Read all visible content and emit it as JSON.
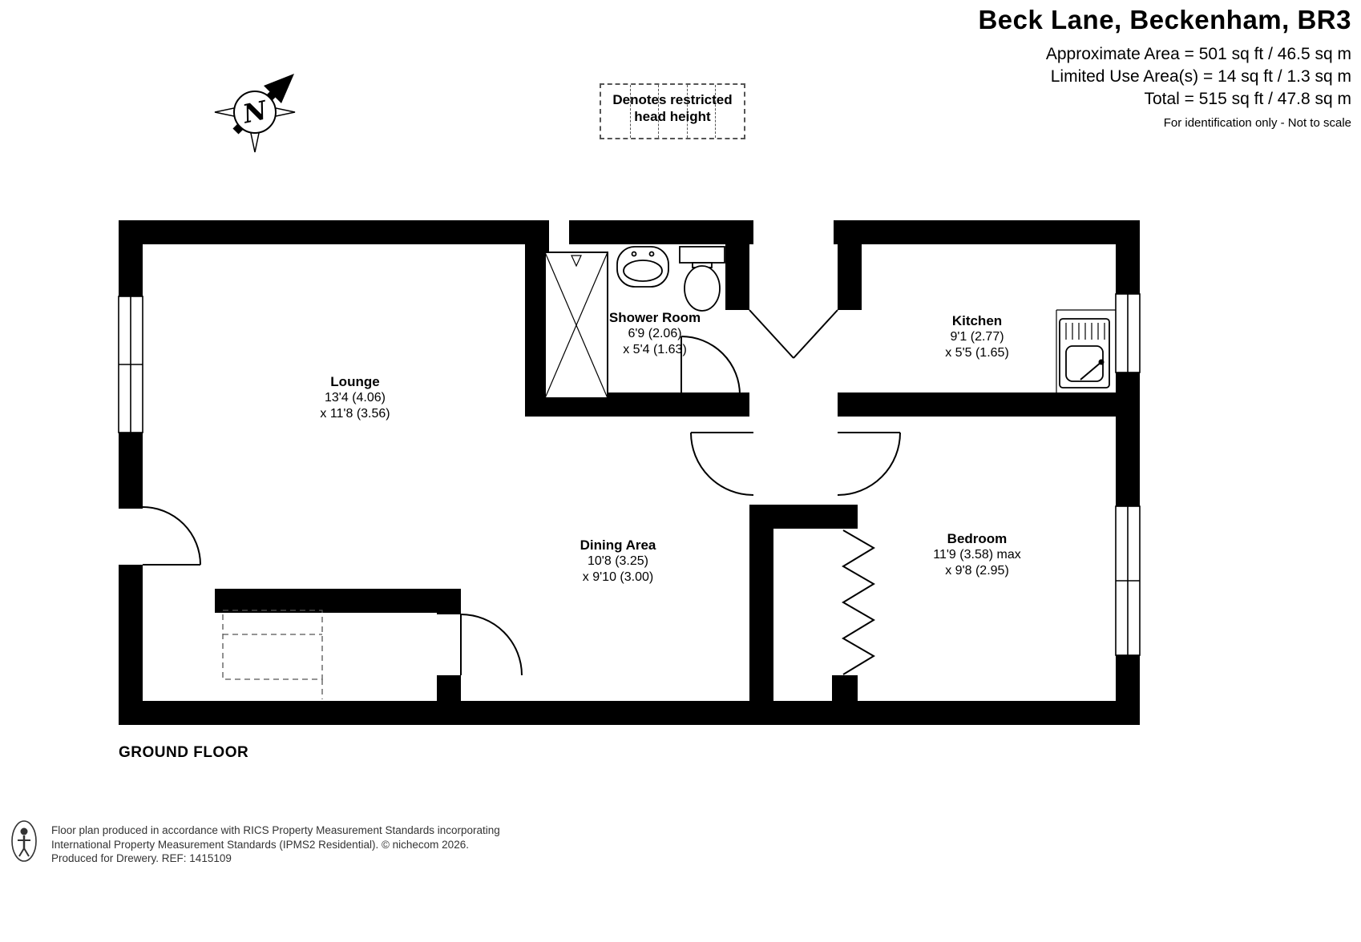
{
  "header": {
    "title": "Beck Lane, Beckenham, BR3",
    "approx_area": "Approximate Area = 501 sq ft / 46.5 sq m",
    "limited_area": "Limited Use Area(s) = 14 sq ft / 1.3 sq m",
    "total_area": "Total = 515 sq ft / 47.8 sq m",
    "disclaimer": "For identification only - Not to scale"
  },
  "legend": {
    "line1": "Denotes restricted",
    "line2": "head height"
  },
  "compass": {
    "north_label": "N"
  },
  "floor_label": "GROUND FLOOR",
  "rooms": {
    "lounge": {
      "name": "Lounge",
      "dim1": "13'4 (4.06)",
      "dim2": "x 11'8 (3.56)"
    },
    "shower_room": {
      "name": "Shower Room",
      "dim1": "6'9 (2.06)",
      "dim2": "x 5'4 (1.63)"
    },
    "kitchen": {
      "name": "Kitchen",
      "dim1": "9'1 (2.77)",
      "dim2": "x 5'5 (1.65)"
    },
    "dining_area": {
      "name": "Dining Area",
      "dim1": "10'8 (3.25)",
      "dim2": "x 9'10 (3.00)"
    },
    "bedroom": {
      "name": "Bedroom",
      "dim1": "11'9 (3.58) max",
      "dim2": "x 9'8 (2.95)"
    }
  },
  "footer": {
    "line1": "Floor plan produced in accordance with RICS Property Measurement Standards incorporating",
    "line2": "International Property Measurement Standards (IPMS2 Residential).   © nichecom 2026.",
    "line3": "Produced for Drewery.   REF: 1415109"
  }
}
